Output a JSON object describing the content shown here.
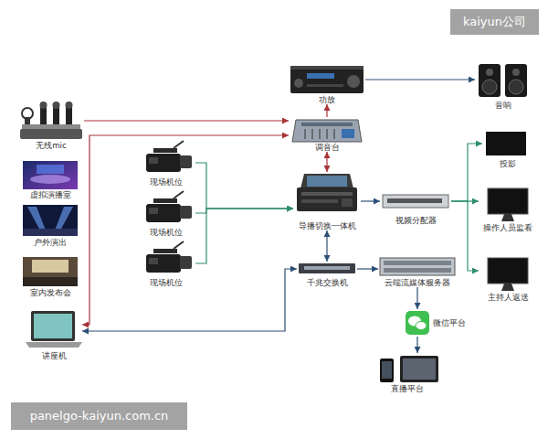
{
  "diagram": {
    "nodes": [
      {
        "text": [
          "无线mic"
        ]
      },
      {
        "text": [
          "虚拟演播室"
        ]
      },
      {
        "text": [
          "户外演出"
        ]
      },
      {
        "text": [
          "室内发布会"
        ]
      },
      {
        "text": [
          "讲座机"
        ]
      },
      {
        "text": [
          "功放"
        ]
      },
      {
        "text": [
          "音响"
        ]
      },
      {
        "text": [
          "调音台"
        ]
      },
      {
        "text": [
          "现场机位"
        ]
      },
      {
        "text": [
          "现场机位"
        ]
      },
      {
        "text": [
          "现场机位"
        ]
      },
      {
        "text": [
          "导播切换一体机"
        ]
      },
      {
        "text": [
          "视频分配器"
        ]
      },
      {
        "text": [
          "投影"
        ]
      },
      {
        "text": [
          "操作人员监看"
        ]
      },
      {
        "text": [
          "主持人返送"
        ]
      },
      {
        "text": [
          "千兆交换机"
        ]
      },
      {
        "text": [
          "云端流媒体服务器"
        ]
      },
      {
        "text": [
          "微信平台"
        ]
      },
      {
        "text": [
          "直播平台"
        ]
      }
    ],
    "edges": [
      {
        "from": 0,
        "to": 7,
        "arrow": "to"
      },
      {
        "from": 4,
        "to": 7,
        "arrow": "both"
      },
      {
        "from": 7,
        "to": 5,
        "arrow": "to"
      },
      {
        "from": 5,
        "to": 6,
        "arrow": "to"
      },
      {
        "from": 7,
        "to": 11,
        "arrow": "both"
      },
      {
        "from": 8,
        "to": 11,
        "arrow": "to"
      },
      {
        "from": 9,
        "to": 11,
        "arrow": "to"
      },
      {
        "from": 10,
        "to": 11,
        "arrow": "to"
      },
      {
        "from": 11,
        "to": 12,
        "arrow": "to"
      },
      {
        "from": 12,
        "to": 13,
        "arrow": "to"
      },
      {
        "from": 12,
        "to": 14,
        "arrow": "to"
      },
      {
        "from": 12,
        "to": 15,
        "arrow": "to"
      },
      {
        "from": 11,
        "to": 16,
        "arrow": "both"
      },
      {
        "from": 16,
        "to": 17,
        "arrow": "to"
      },
      {
        "from": 16,
        "to": 4,
        "arrow": "both"
      },
      {
        "from": 17,
        "to": 18,
        "arrow": "to"
      },
      {
        "from": 18,
        "to": 19,
        "arrow": "to"
      }
    ],
    "labels": [
      "kaiyun公司",
      "panelgo-kaiyun.com.cn"
    ]
  }
}
